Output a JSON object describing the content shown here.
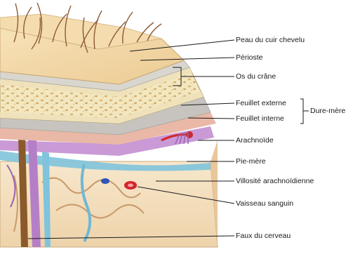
{
  "labels": {
    "scalp": "Peau du cuir chevelu",
    "periosteum": "Périoste",
    "skull_bone": "Os du crâne",
    "outer_layer": "Feuillet externe",
    "inner_layer": "Feuillet interne",
    "dura_mater": "Dure-mère",
    "arachnoid": "Arachnoïde",
    "pia_mater": "Pie-mère",
    "arachnoid_villus": "Villosité arachnoïdienne",
    "blood_vessel": "Vaisseau sanguin",
    "falx": "Faux du cerveau"
  },
  "colors": {
    "scalp": "#f2d6a6",
    "hair": "#8a5a3a",
    "periosteum": "#d9d6cf",
    "bone": "#f3e7c0",
    "bone_spongy": "#d9b77a",
    "dura": "#c7c4bf",
    "dura_inner": "#e9b8a7",
    "arachnoid": "#c99ad6",
    "pia": "#7fc3dc",
    "brain": "#f4e2c6",
    "vessel_red": "#d3252b",
    "vessel_blue": "#2d56b6"
  }
}
